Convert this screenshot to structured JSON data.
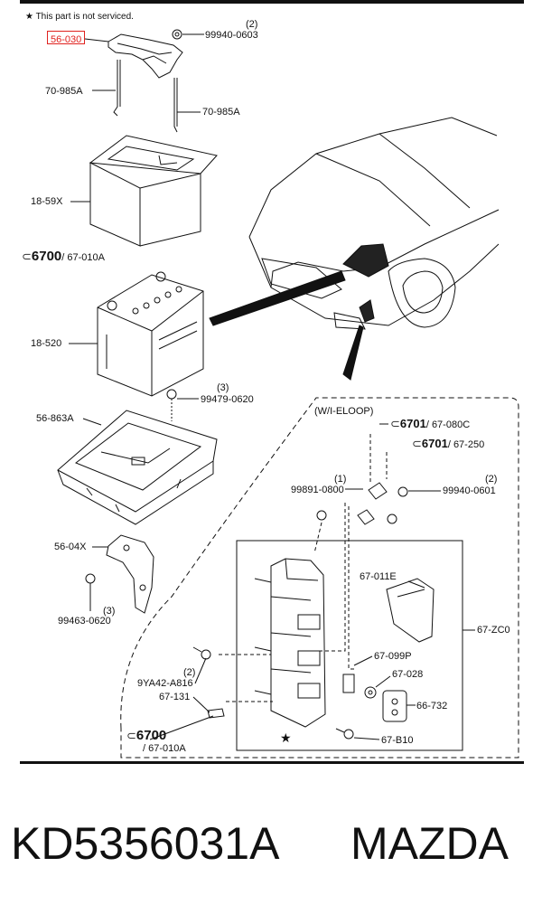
{
  "header_note": {
    "star": "★",
    "text": "This part is not serviced."
  },
  "highlighted_part": "56-030",
  "labels": {
    "p1_qty": "(2)",
    "p1": "99940-0603",
    "p2": "70-985A",
    "p3": "70-985A",
    "p4": "18-59X",
    "p5_main": "6700",
    "p5_sub": "/ 67-010A",
    "p6": "18-520",
    "p7_qty": "(3)",
    "p7": "99479-0620",
    "p8": "56-863A",
    "p9": "(W/I-ELOOP)",
    "p10_main": "6701",
    "p10_sub": "/ 67-080C",
    "p11_main": "6701",
    "p11_sub": "/ 67-250",
    "p12_qty": "(1)",
    "p12": "99891-0800",
    "p13_qty": "(2)",
    "p13": "99940-0601",
    "p14": "56-04X",
    "p15": "67-011E",
    "p16": "67-ZC0",
    "p17_qty": "(3)",
    "p17": "99463-0620",
    "p18_qty": "(2)",
    "p18": "9YA42-A816",
    "p19": "67-099P",
    "p20": "67-028",
    "p21": "67-131",
    "p22": "66-732",
    "p23_main": "6700",
    "p23_sub": "/ 67-010A",
    "p24": "67-B10",
    "star_mark": "★"
  },
  "caption": {
    "part_number": "KD5356031A",
    "brand": "MAZDA"
  },
  "colors": {
    "line": "#111111",
    "highlight": "#e0221f"
  }
}
